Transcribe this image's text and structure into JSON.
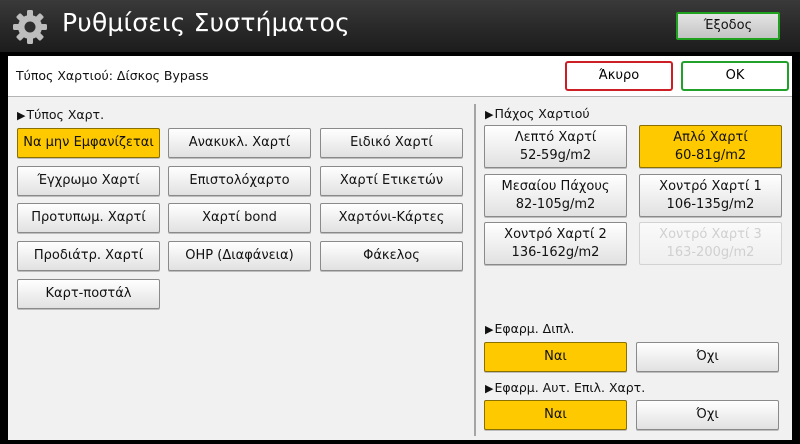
{
  "app": {
    "title": "Ρυθμίσεις Συστήματος",
    "exit_label": "Έξοδος"
  },
  "header": {
    "title": "Τύπος Χαρτιού: Δίσκος Bypass",
    "cancel_label": "Άκυρο",
    "ok_label": "OK"
  },
  "paper_type": {
    "label": "Τύπος Χαρτ.",
    "items": [
      {
        "label": "Να μην Εμφανίζεται",
        "selected": true
      },
      {
        "label": "Ανακυκλ. Χαρτί"
      },
      {
        "label": "Ειδικό Χαρτί"
      },
      {
        "label": "Έγχρωμο Χαρτί"
      },
      {
        "label": "Επιστολόχαρτο"
      },
      {
        "label": "Χαρτί Ετικετών"
      },
      {
        "label": "Προτυπωμ. Χαρτί"
      },
      {
        "label": "Χαρτί bond"
      },
      {
        "label": "Χαρτόνι-Κάρτες"
      },
      {
        "label": "Προδιάτρ. Χαρτί"
      },
      {
        "label": "OHP (Διαφάνεια)"
      },
      {
        "label": "Φάκελος"
      },
      {
        "label": "Καρτ-ποστάλ"
      }
    ]
  },
  "thickness": {
    "label": "Πάχος Χαρτιού",
    "items": [
      {
        "line1": "Λεπτό Χαρτί",
        "line2": "52-59g/m2"
      },
      {
        "line1": "Απλό Χαρτί",
        "line2": "60-81g/m2",
        "selected": true
      },
      {
        "line1": "Μεσαίου Πάχους",
        "line2": "82-105g/m2"
      },
      {
        "line1": "Χοντρό Χαρτί 1",
        "line2": "106-135g/m2"
      },
      {
        "line1": "Χοντρό Χαρτί 2",
        "line2": "136-162g/m2"
      },
      {
        "line1": "Χοντρό Χαρτί 3",
        "line2": "163-200g/m2",
        "disabled": true
      }
    ]
  },
  "duplex": {
    "label": "Εφαρμ. Διπλ.",
    "yes": "Ναι",
    "no": "Όχι",
    "selected": "yes"
  },
  "auto_select": {
    "label": "Εφαρμ. Αυτ. Επιλ. Χαρτ.",
    "yes": "Ναι",
    "no": "Όχι",
    "selected": "yes"
  },
  "colors": {
    "selected": "#ffc900",
    "cancel_border": "#cc1e24",
    "ok_border": "#21a12a",
    "exit_border": "#1fa01f"
  },
  "icons": {
    "app": "gear-icon",
    "section": "triangle-right-icon"
  }
}
